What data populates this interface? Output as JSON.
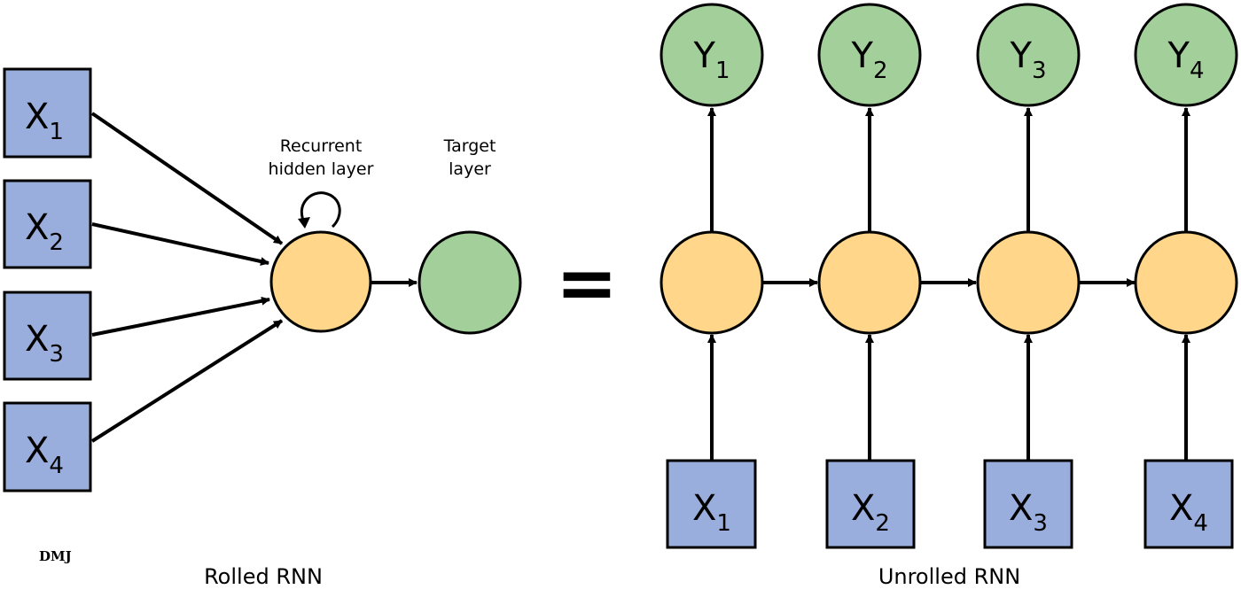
{
  "colors": {
    "input_fill": "#9aaedd",
    "hidden_fill": "#ffd68a",
    "target_fill": "#a3d09a",
    "output_fill": "#a3d09a",
    "stroke": "#000000"
  },
  "rolled": {
    "inputs": [
      {
        "base": "X",
        "sub": "1"
      },
      {
        "base": "X",
        "sub": "2"
      },
      {
        "base": "X",
        "sub": "3"
      },
      {
        "base": "X",
        "sub": "4"
      }
    ],
    "hidden_label_line1": "Recurrent",
    "hidden_label_line2": "hidden layer",
    "target_label_line1": "Target",
    "target_label_line2": "layer",
    "caption": "Rolled RNN",
    "logo_text": "DMJ"
  },
  "equals_sign": "=",
  "unrolled": {
    "outputs": [
      {
        "base": "Y",
        "sub": "1"
      },
      {
        "base": "Y",
        "sub": "2"
      },
      {
        "base": "Y",
        "sub": "3"
      },
      {
        "base": "Y",
        "sub": "4"
      }
    ],
    "inputs": [
      {
        "base": "X",
        "sub": "1"
      },
      {
        "base": "X",
        "sub": "2"
      },
      {
        "base": "X",
        "sub": "3"
      },
      {
        "base": "X",
        "sub": "4"
      }
    ],
    "caption": "Unrolled RNN"
  }
}
